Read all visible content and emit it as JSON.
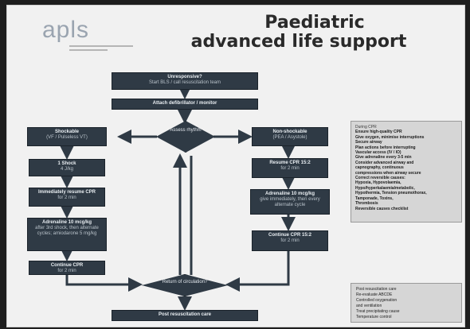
{
  "logo": {
    "text": "apls"
  },
  "title": {
    "line1": "Paediatric",
    "line2": "advanced life support"
  },
  "flow": {
    "start": {
      "title": "Unresponsive?",
      "sub": "Start BLS / call resuscitation team"
    },
    "attach": {
      "title": "Attach defibrillator / monitor"
    },
    "assess": {
      "title": "Assess rhythm"
    },
    "left": [
      {
        "title": "Shockable",
        "sub": "(VF / Pulseless VT)"
      },
      {
        "title": "1 Shock",
        "sub": "4 J/kg"
      },
      {
        "title": "Immediately resume CPR",
        "sub": "for 2 min"
      },
      {
        "title": "Adrenaline 10 mcg/kg",
        "sub": "after 3rd shock, then alternate cycles; amiodarone 5 mg/kg"
      },
      {
        "title": "Continue CPR",
        "sub": "for 2 min"
      }
    ],
    "right": [
      {
        "title": "Non-shockable",
        "sub": "(PEA / Asystole)"
      },
      {
        "title": "Resume CPR 15:2",
        "sub": "for 2 min"
      },
      {
        "title": "Adrenaline 10 mcg/kg",
        "sub": "give immediately, then every alternate cycle"
      },
      {
        "title": "Continue CPR 15:2",
        "sub": "for 2 min"
      }
    ],
    "rosc": {
      "title": "Return of circulation?"
    },
    "post": {
      "title": "Post resuscitation care"
    }
  },
  "panel": {
    "header": "During CPR",
    "rows": [
      "Ensure high-quality CPR",
      "Give oxygen, minimise interruptions",
      "Secure airway",
      "Plan actions before interrupting",
      "Vascular access (IV / IO)",
      "Give adrenaline every 3-5 min",
      "Consider advanced airway and",
      "capnography, continuous",
      "compressions when airway secure",
      "Correct reversible causes:",
      "Hypoxia, Hypovolaemia,",
      "Hypo/hyperkalaemia/metabolic,",
      "Hypothermia, Tension pneumothorax,",
      "Tamponade, Toxins,",
      "Thrombosis",
      "Reversible causes checklist"
    ]
  },
  "note": {
    "rows": [
      "Post resuscitation care",
      "Re-evaluate ABCDE",
      "Controlled oxygenation",
      "and ventilation",
      "Treat precipitating cause",
      "Temperature control"
    ]
  }
}
